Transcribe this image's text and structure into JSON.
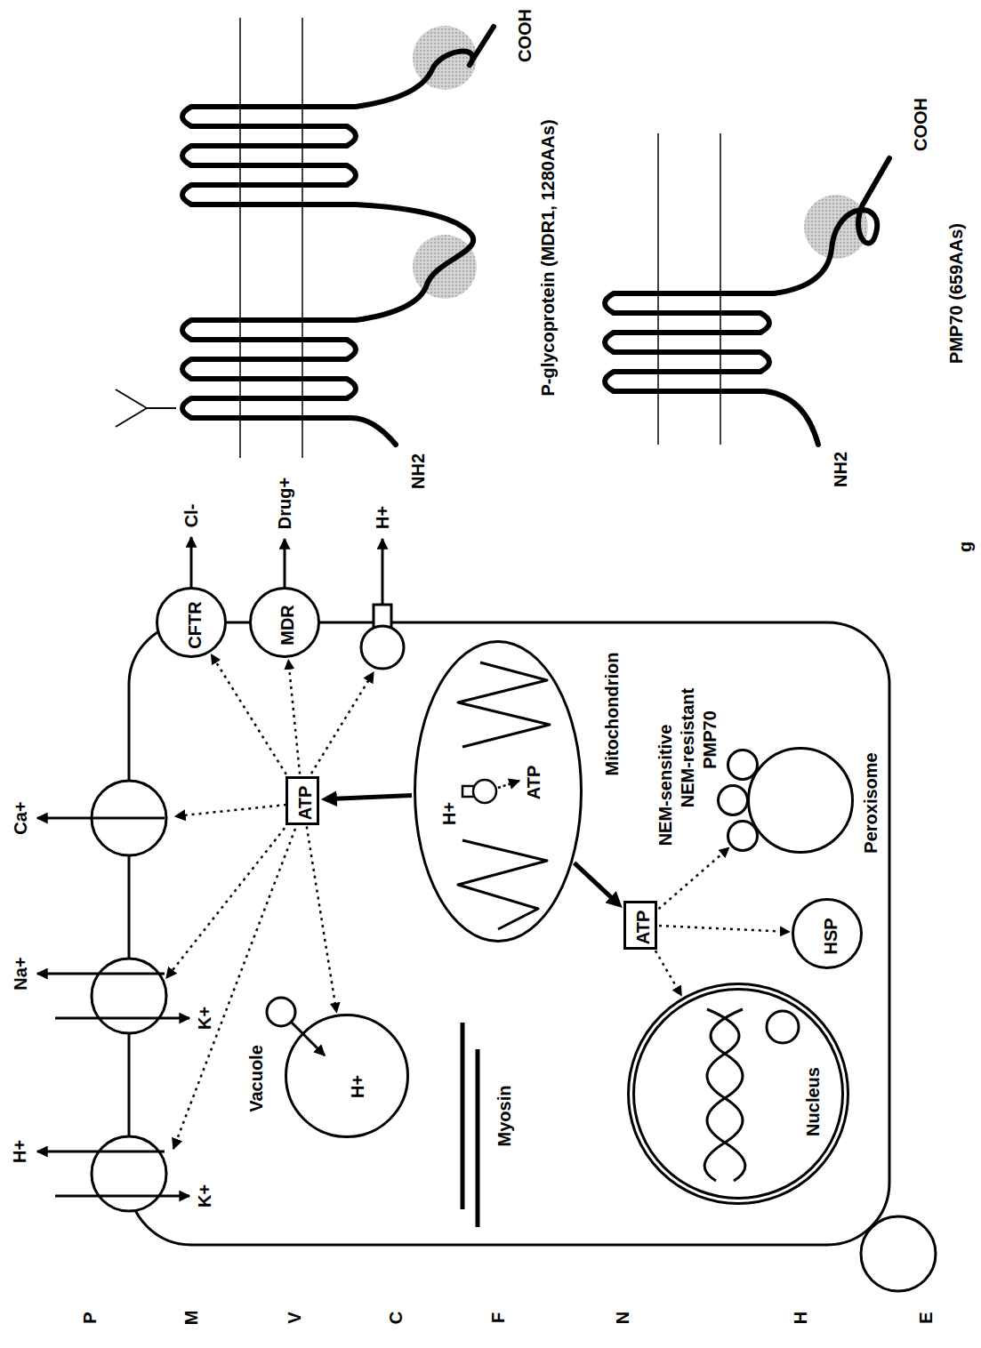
{
  "diagram": {
    "nodes": [
      {
        "text": [
          "CFTR"
        ]
      },
      {
        "text": [
          "MDR"
        ]
      },
      {
        "text": [
          "ATP"
        ]
      },
      {
        "text": [
          "Vacuole"
        ]
      },
      {
        "text": [
          "Mitochondrion"
        ]
      },
      {
        "text": [
          "ATP"
        ]
      },
      {
        "text": [
          "Peroxisome"
        ]
      },
      {
        "text": [
          "NEM-sensitive"
        ]
      },
      {
        "text": [
          "NEM-resistant"
        ]
      },
      {
        "text": [
          "PMP70"
        ]
      },
      {
        "text": [
          "Nucleus"
        ]
      },
      {
        "text": [
          "HSP"
        ]
      }
    ],
    "edges": [
      {
        "from": 2,
        "to": 0,
        "arrow": "to"
      },
      {
        "from": 2,
        "to": 1,
        "arrow": "to"
      },
      {
        "from": 2,
        "to": 3,
        "arrow": "to"
      },
      {
        "from": 4,
        "to": 2,
        "arrow": "to"
      },
      {
        "from": 4,
        "to": 5,
        "arrow": "to"
      },
      {
        "from": 5,
        "to": 7,
        "arrow": "to"
      },
      {
        "from": 5,
        "to": 10,
        "arrow": "to"
      },
      {
        "from": 5,
        "to": 11,
        "arrow": "to"
      }
    ],
    "labels": [
      "H+",
      "K+",
      "Na+",
      "K+",
      "Ca+",
      "Cl-",
      "Drug+",
      "H+",
      "H+",
      "ATP",
      "H+",
      "Myosin",
      "NH2",
      "COOH",
      "P-glycoprotein (MDR1, 1280AAs)",
      "NH2",
      "COOH",
      "PMP70 (659AAs)",
      "P",
      "M",
      "V",
      "C",
      "F",
      "N",
      "H",
      "E",
      "g"
    ]
  }
}
